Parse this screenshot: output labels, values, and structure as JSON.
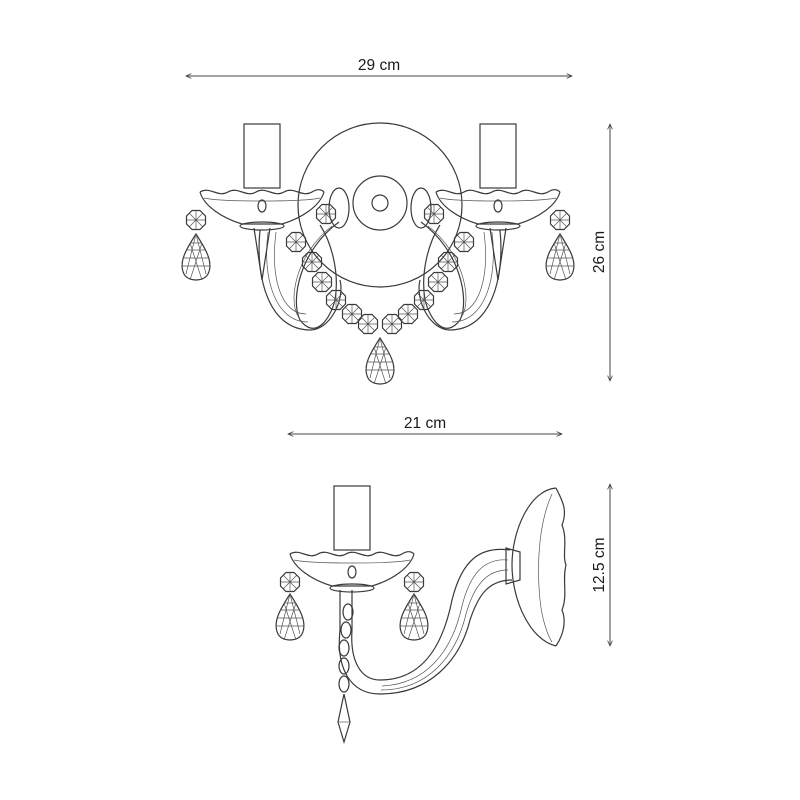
{
  "front_view": {
    "width_label": "29 cm",
    "height_label": "26 cm"
  },
  "side_view": {
    "depth_label": "21 cm",
    "height_label": "12.5 cm"
  },
  "colors": {
    "line": "#3a3a3a",
    "background": "#ffffff"
  }
}
